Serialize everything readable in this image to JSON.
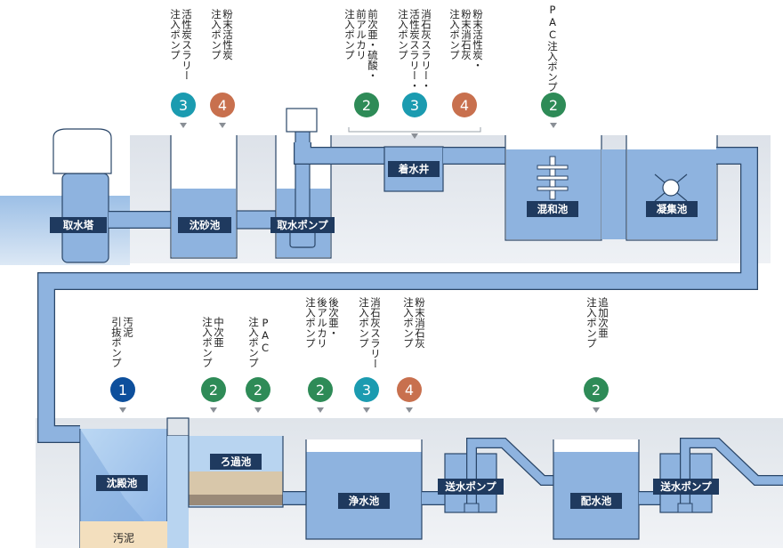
{
  "colors": {
    "pump_1": "#0d4f9c",
    "pump_2": "#2e8b57",
    "pump_3": "#1b9bb0",
    "pump_4": "#c8704e",
    "water": "#8eb3df",
    "label_bg": "#1f3a5f"
  },
  "top_row": {
    "facilities": {
      "intake_tower": "取水塔",
      "grit_chamber": "沈砂池",
      "intake_pump": "取水ポンプ",
      "receiving_well": "着水井",
      "mixing_basin": "混和池",
      "flocculation_basin": "凝集池"
    },
    "injection_points": [
      {
        "text": "活性炭スラリー\n注入ポンプ",
        "badge": "3"
      },
      {
        "text": "粉末活性炭\n注入ポンプ",
        "badge": "4"
      },
      {
        "text": "前次亜・硫酸・\n前アルカリ\n注入ポンプ",
        "badge": "2"
      },
      {
        "text": "消石灰スラリー・\n活性炭スラリー・\n注入ポンプ",
        "badge": "3"
      },
      {
        "text": "粉末活性炭・\n粉末消石灰\n注入ポンプ",
        "badge": "4"
      },
      {
        "text": "PAC注入ポンプ",
        "badge": "2"
      }
    ]
  },
  "bottom_row": {
    "facilities": {
      "sedimentation_basin": "沈殿池",
      "sludge": "汚泥",
      "filter_basin": "ろ過池",
      "clear_water_basin": "浄水池",
      "transmission_pump_1": "送水ポンプ",
      "distribution_basin": "配水池",
      "transmission_pump_2": "送水ポンプ"
    },
    "injection_points": [
      {
        "text": "汚泥\n引抜ポンプ",
        "badge": "1"
      },
      {
        "text": "中次亜\n注入ポンプ",
        "badge": "2"
      },
      {
        "text": "PAC\n注入ポンプ",
        "badge": "2"
      },
      {
        "text": "後次亜・\n後アルカリ\n注入ポンプ",
        "badge": "2"
      },
      {
        "text": "消石灰スラリー\n注入ポンプ",
        "badge": "3"
      },
      {
        "text": "粉末消石灰\n注入ポンプ",
        "badge": "4"
      },
      {
        "text": "追加次亜\n注入ポンプ",
        "badge": "2"
      }
    ]
  }
}
